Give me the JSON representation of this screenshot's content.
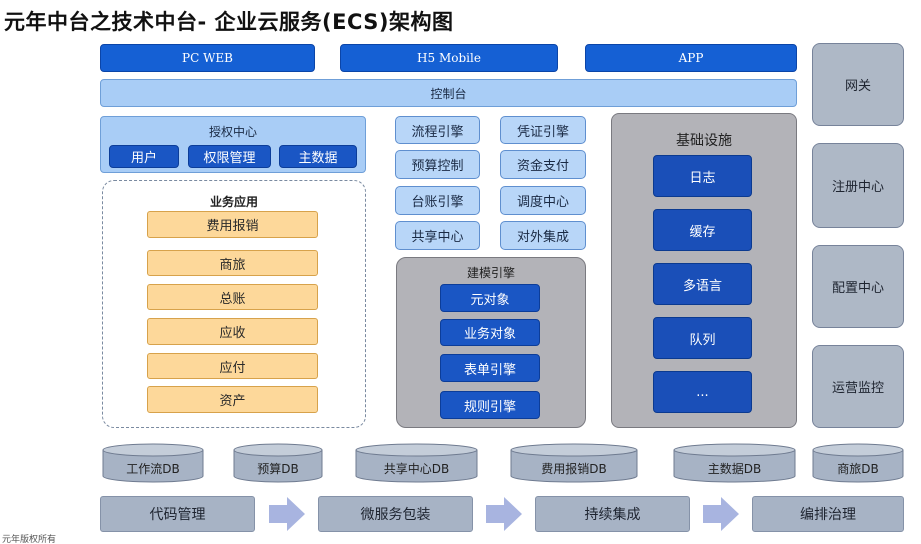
{
  "title": "元年中台之技术中台- 企业云服务(ECS)架构图",
  "clients": [
    "PC WEB",
    "H5 Mobile",
    "APP"
  ],
  "console": "控制台",
  "gateway_column": [
    "网关",
    "注册中心",
    "配置中心",
    "运营监控"
  ],
  "auth_center": {
    "title": "授权中心",
    "items": [
      "用户",
      "权限管理",
      "主数据"
    ]
  },
  "business_apps": {
    "title": "业务应用",
    "items": [
      "费用报销",
      "商旅",
      "总账",
      "应收",
      "应付",
      "资产"
    ]
  },
  "engines": [
    "流程引擎",
    "凭证引擎",
    "预算控制",
    "资金支付",
    "台账引擎",
    "调度中心",
    "共享中心",
    "对外集成"
  ],
  "modeling_engine": {
    "title": "建模引擎",
    "items": [
      "元对象",
      "业务对象",
      "表单引擎",
      "规则引擎"
    ]
  },
  "infrastructure": {
    "title": "基础设施",
    "items": [
      "日志",
      "缓存",
      "多语言",
      "队列",
      "..."
    ]
  },
  "databases": [
    "工作流DB",
    "预算DB",
    "共享中心DB",
    "费用报销DB",
    "主数据DB",
    "商旅DB"
  ],
  "pipeline": [
    "代码管理",
    "微服务包装",
    "持续集成",
    "编排治理"
  ],
  "footer": "元年版权所有",
  "colors": {
    "primary_blue": "#1560d4",
    "light_blue": "#a9cdf6",
    "gray_box": "#b3b3b8",
    "orange": "#fdd89a",
    "pipeline_gray": "#a7b3c5",
    "arrow": "#a8b4e0"
  }
}
